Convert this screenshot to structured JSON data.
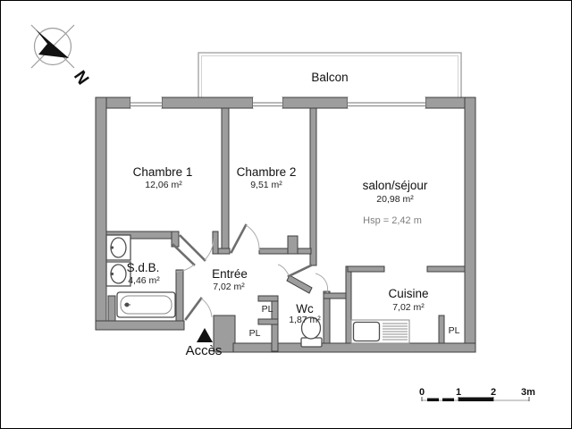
{
  "plan_title": "apartment-floor-plan",
  "compass": {
    "label": "N"
  },
  "balcony": {
    "label": "Balcon"
  },
  "rooms": [
    {
      "id": "chambre1",
      "name": "Chambre 1",
      "area": "12,06 m²"
    },
    {
      "id": "chambre2",
      "name": "Chambre 2",
      "area": "9,51 m²"
    },
    {
      "id": "salon",
      "name": "salon/séjour",
      "area": "20,98 m²",
      "note": "Hsp = 2,42 m"
    },
    {
      "id": "sdb",
      "name": "S.d.B.",
      "area": "4,46 m²"
    },
    {
      "id": "entree",
      "name": "Entrée",
      "area": "7,02 m²"
    },
    {
      "id": "wc",
      "name": "Wc",
      "area": "1,87 m²"
    },
    {
      "id": "cuisine",
      "name": "Cuisine",
      "area": "7,02 m²"
    }
  ],
  "closets": {
    "labels": [
      "PL",
      "PL",
      "PL"
    ]
  },
  "access": {
    "label": "Accès"
  },
  "scalebar": {
    "ticks": [
      "0",
      "1",
      "2",
      "3m"
    ]
  },
  "colors": {
    "wall_fill": "#9d9d9d",
    "wall_stroke": "#3f3f3f",
    "balcony_line": "#a6a6a6",
    "text": "#111111",
    "muted_note": "#7d7d7d",
    "background": "#ffffff"
  }
}
